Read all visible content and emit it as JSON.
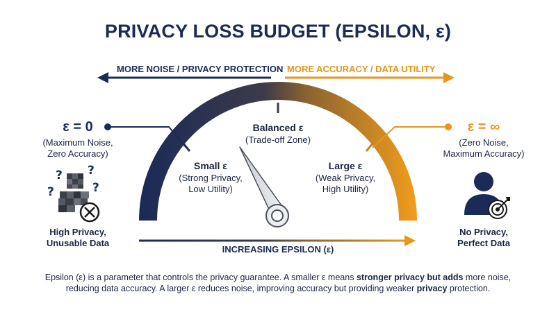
{
  "title": "PRIVACY LOSS BUDGET (EPSILON, ε)",
  "directions": {
    "left": "MORE NOISE / PRIVACY PROTECTION",
    "right": "MORE ACCURACY / DATA UTILITY"
  },
  "left_end": {
    "epsilon": "ε = 0",
    "desc_line1": "(Maximum Noise,",
    "desc_line2": "Zero Accuracy)",
    "outcome_line1": "High Privacy,",
    "outcome_line2": "Unusable Data"
  },
  "right_end": {
    "epsilon": "ε = ∞",
    "desc_line1": "(Zero Noise,",
    "desc_line2": "Maximum Accuracy)",
    "outcome_line1": "No Privacy,",
    "outcome_line2": "Perfect Data"
  },
  "zones": {
    "small": {
      "head": "Small ε",
      "line1": "(Strong Privacy,",
      "line2": "Low Utility)"
    },
    "balanced": {
      "head": "Balanced ε",
      "line1": "(Trade-off Zone)"
    },
    "large": {
      "head": "Large ε",
      "line1": "(Weak Privacy,",
      "line2": "High Utility)"
    }
  },
  "axis_label": "INCREASING EPSILON (ε)",
  "description": {
    "part1": "Epsilon (ε) is a parameter that controls the privacy guarantee. A smaller ε means ",
    "bold1": "stronger privacy but adds",
    "part2": " more noise, reducing data accuracy. A larger ε reduces noise, improving accuracy but providing weaker ",
    "bold2": "privacy",
    "part3": " protection."
  },
  "colors": {
    "navy": "#1b2a57",
    "orange": "#e8961a"
  },
  "icons": {
    "left_person": "pixelated-person-icon",
    "question_marks": "question-mark-icon",
    "no_symbol": "circle-x-icon",
    "right_person": "person-icon",
    "target": "target-icon"
  }
}
